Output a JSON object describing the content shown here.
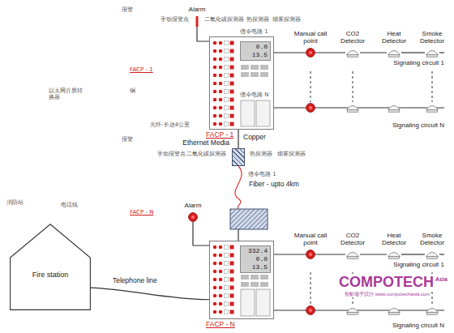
{
  "diagram": {
    "nodes": [
      {
        "text": [
          "Alarm"
        ]
      },
      {
        "text": [
          "Manual call point"
        ]
      },
      {
        "text": [
          "CO2 Detector"
        ]
      },
      {
        "text": [
          "Heat Detector"
        ]
      },
      {
        "text": [
          "Smoke Detector"
        ]
      },
      {
        "text": [
          "FACP - 1"
        ]
      },
      {
        "text": [
          "0.0",
          "13.5"
        ],
        "in": 5
      },
      {
        "text": [
          "Ethernet Media"
        ]
      },
      {
        "text": [
          "Alarm"
        ]
      },
      {
        "text": [
          "Manual call point"
        ]
      },
      {
        "text": [
          "CO2 Detector"
        ]
      },
      {
        "text": [
          "Heat Detector"
        ]
      },
      {
        "text": [
          "Smoke Detector"
        ]
      },
      {
        "text": [
          "Fire station"
        ]
      },
      {
        "text": [
          "FACP - N"
        ]
      },
      {
        "text": [
          "332.4",
          "0.0",
          "13.5"
        ],
        "in": 14
      }
    ],
    "edges": [
      {
        "from": 5,
        "to": 0,
        "arrow": "none"
      },
      {
        "from": 5,
        "to": 1,
        "arrow": "none"
      },
      {
        "from": 1,
        "to": 2,
        "arrow": "none"
      },
      {
        "from": 2,
        "to": 3,
        "arrow": "none"
      },
      {
        "from": 3,
        "to": 4,
        "arrow": "none"
      },
      {
        "from": 5,
        "to": 7,
        "label": "Copper",
        "arrow": "none"
      },
      {
        "from": 7,
        "to": 14,
        "label": "Fiber - upto 4km",
        "arrow": "none"
      },
      {
        "from": 14,
        "to": 8,
        "arrow": "none"
      },
      {
        "from": 14,
        "to": 13,
        "label": "Telephone line",
        "arrow": "none"
      },
      {
        "from": 14,
        "to": 9,
        "arrow": "none"
      },
      {
        "from": 9,
        "to": 10,
        "arrow": "none"
      },
      {
        "from": 10,
        "to": 11,
        "arrow": "none"
      },
      {
        "from": 11,
        "to": 12,
        "arrow": "none"
      }
    ],
    "labels": [
      "报警",
      "手动报警点",
      "二氧化碳探测器",
      "热探测器",
      "烟雾探测器",
      "信令电路 1",
      "Signaling circuit 1",
      "FACP - 1",
      "以太网介质转换器",
      "铜",
      "信令电路 N",
      "光纤-长达4公里",
      "Signaling circuit N",
      "报警",
      "手动报警点",
      "二氧化碳探测器",
      "热探测器",
      "烟雾探测器",
      "信令电路 1",
      "消防站",
      "电话线",
      "FACP - N",
      "Signaling circuit 1",
      "COMPOTECH",
      "Asia",
      "智動電子設計 www.compotechasia.com",
      "Signaling circuit N"
    ]
  }
}
